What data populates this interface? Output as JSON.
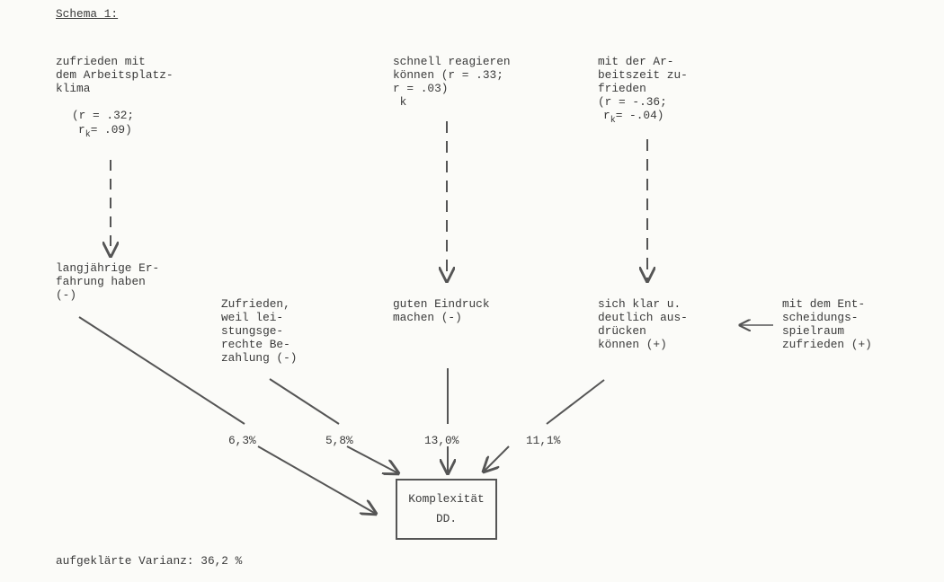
{
  "title": "Schema 1:",
  "nodes": {
    "klima": {
      "lines": [
        "zufrieden mit",
        "dem Arbeitsplatz-",
        "klima"
      ],
      "r": "(r = .32;",
      "rk_prefix": "r",
      "rk_sub": "k",
      "rk_rest": "= .09)"
    },
    "reagieren": {
      "lines": [
        "schnell reagieren",
        "können (r = .33;",
        "r = .03)",
        " k"
      ]
    },
    "arbeitszeit": {
      "lines": [
        "mit der Ar-",
        "beitszeit zu-",
        "frieden",
        "(r = -.36;"
      ],
      "rk_prefix": "r",
      "rk_sub": "k",
      "rk_rest": "= -.04)"
    },
    "erfahrung": {
      "lines": [
        "langjährige Er-",
        "fahrung haben",
        "(-)"
      ]
    },
    "bezahlung": {
      "lines": [
        "Zufrieden,",
        "weil lei-",
        "stungsge-",
        "rechte Be-",
        "zahlung (-)"
      ]
    },
    "eindruck": {
      "lines": [
        "guten Eindruck",
        "machen (-)"
      ]
    },
    "ausdruecken": {
      "lines": [
        "sich klar u.",
        "deutlich aus-",
        "drücken",
        "können (+)"
      ]
    },
    "entscheidung": {
      "lines": [
        "mit dem Ent-",
        "scheidungs-",
        "spielraum",
        "zufrieden (+)"
      ]
    }
  },
  "percentages": [
    "6,3%",
    "5,8%",
    "13,0%",
    "11,1%"
  ],
  "target": {
    "line1": "Komplexität",
    "line2": "DD."
  },
  "footer": "aufgeklärte Varianz: 36,2 %"
}
